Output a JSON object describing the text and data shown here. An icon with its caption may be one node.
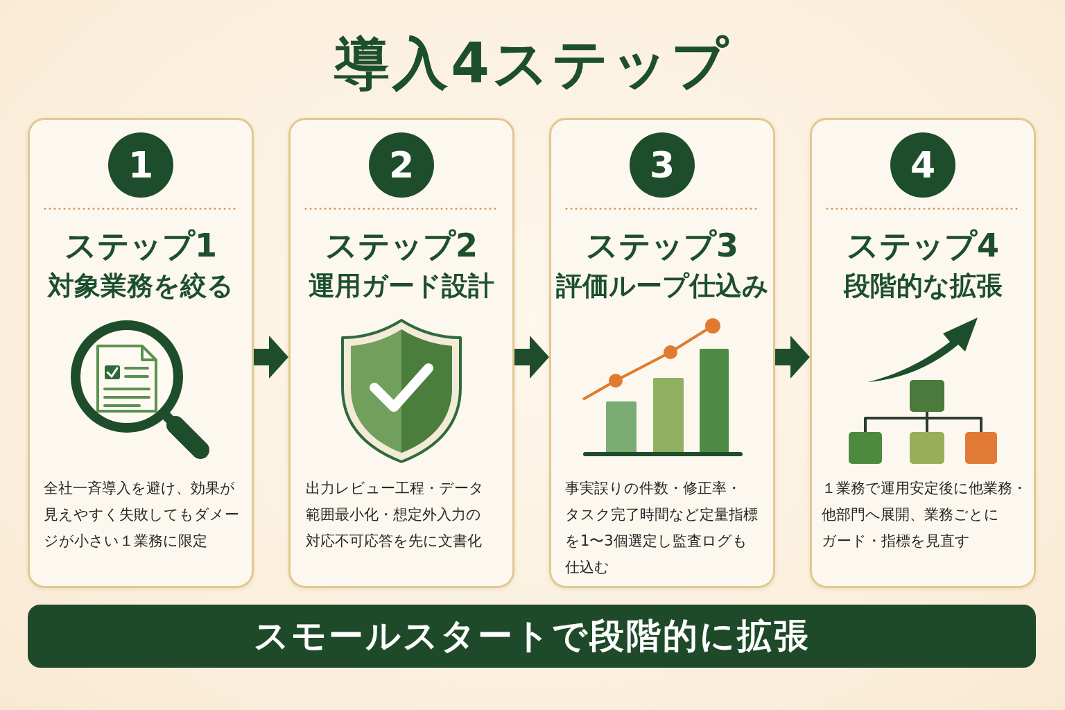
{
  "diagram": {
    "title": "導入4ステップ",
    "nodes": [
      {
        "text": [
          "ステップ1",
          "対象業務を絞る",
          "全社一斉導入を避け、効果が見えやすく失敗してもダメージが小さい１業務に限定"
        ]
      },
      {
        "text": [
          "1"
        ],
        "in": 0
      },
      {
        "text": [
          "ステップ2",
          "運用ガード設計",
          "出力レビュー工程・データ範囲最小化・想定外入力の対応不可応答を先に文書化"
        ]
      },
      {
        "text": [
          "2"
        ],
        "in": 2
      },
      {
        "text": [
          "ステップ3",
          "評価ループ仕込み",
          "事実誤りの件数・修正率・タスク完了時間など定量指標を1〜3個選定し監査ログも仕込む"
        ]
      },
      {
        "text": [
          "3"
        ],
        "in": 4
      },
      {
        "text": [
          "ステップ4",
          "段階的な拡張",
          "１業務で運用安定後に他業務・他部門へ展開、業務ごとにガード・指標を見直す"
        ]
      },
      {
        "text": [
          "4"
        ],
        "in": 6
      },
      {
        "text": [
          "スモールスタートで段階的に拡張"
        ]
      }
    ],
    "edges": [
      {
        "from": 0,
        "to": 2,
        "arrow": "to"
      },
      {
        "from": 2,
        "to": 4,
        "arrow": "to"
      },
      {
        "from": 4,
        "to": 6,
        "arrow": "to"
      }
    ]
  }
}
